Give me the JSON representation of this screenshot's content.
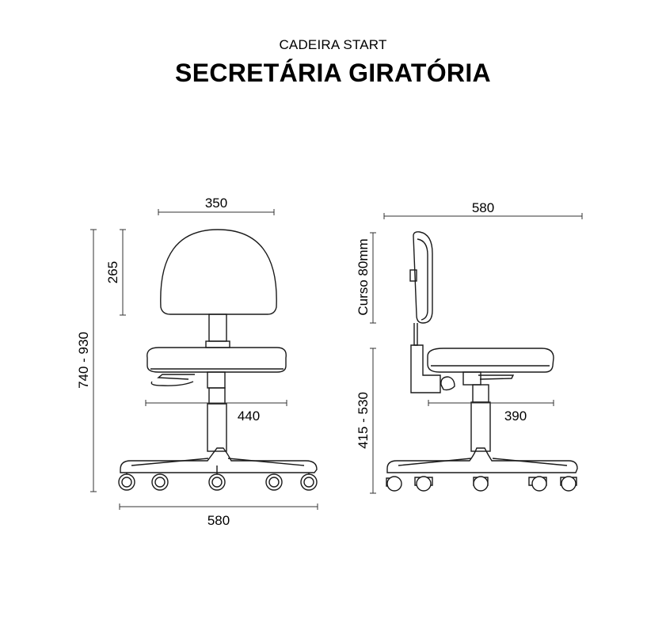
{
  "header": {
    "subtitle": "CADEIRA START",
    "title": "SECRETÁRIA GIRATÓRIA"
  },
  "front_view": {
    "backrest_width": "350",
    "backrest_height": "265",
    "total_height": "740 - 930",
    "seat_width": "440",
    "base_width": "580"
  },
  "side_view": {
    "depth": "580",
    "backrest_travel": "Curso 80mm",
    "seat_height": "415 - 530",
    "seat_depth": "390"
  }
}
